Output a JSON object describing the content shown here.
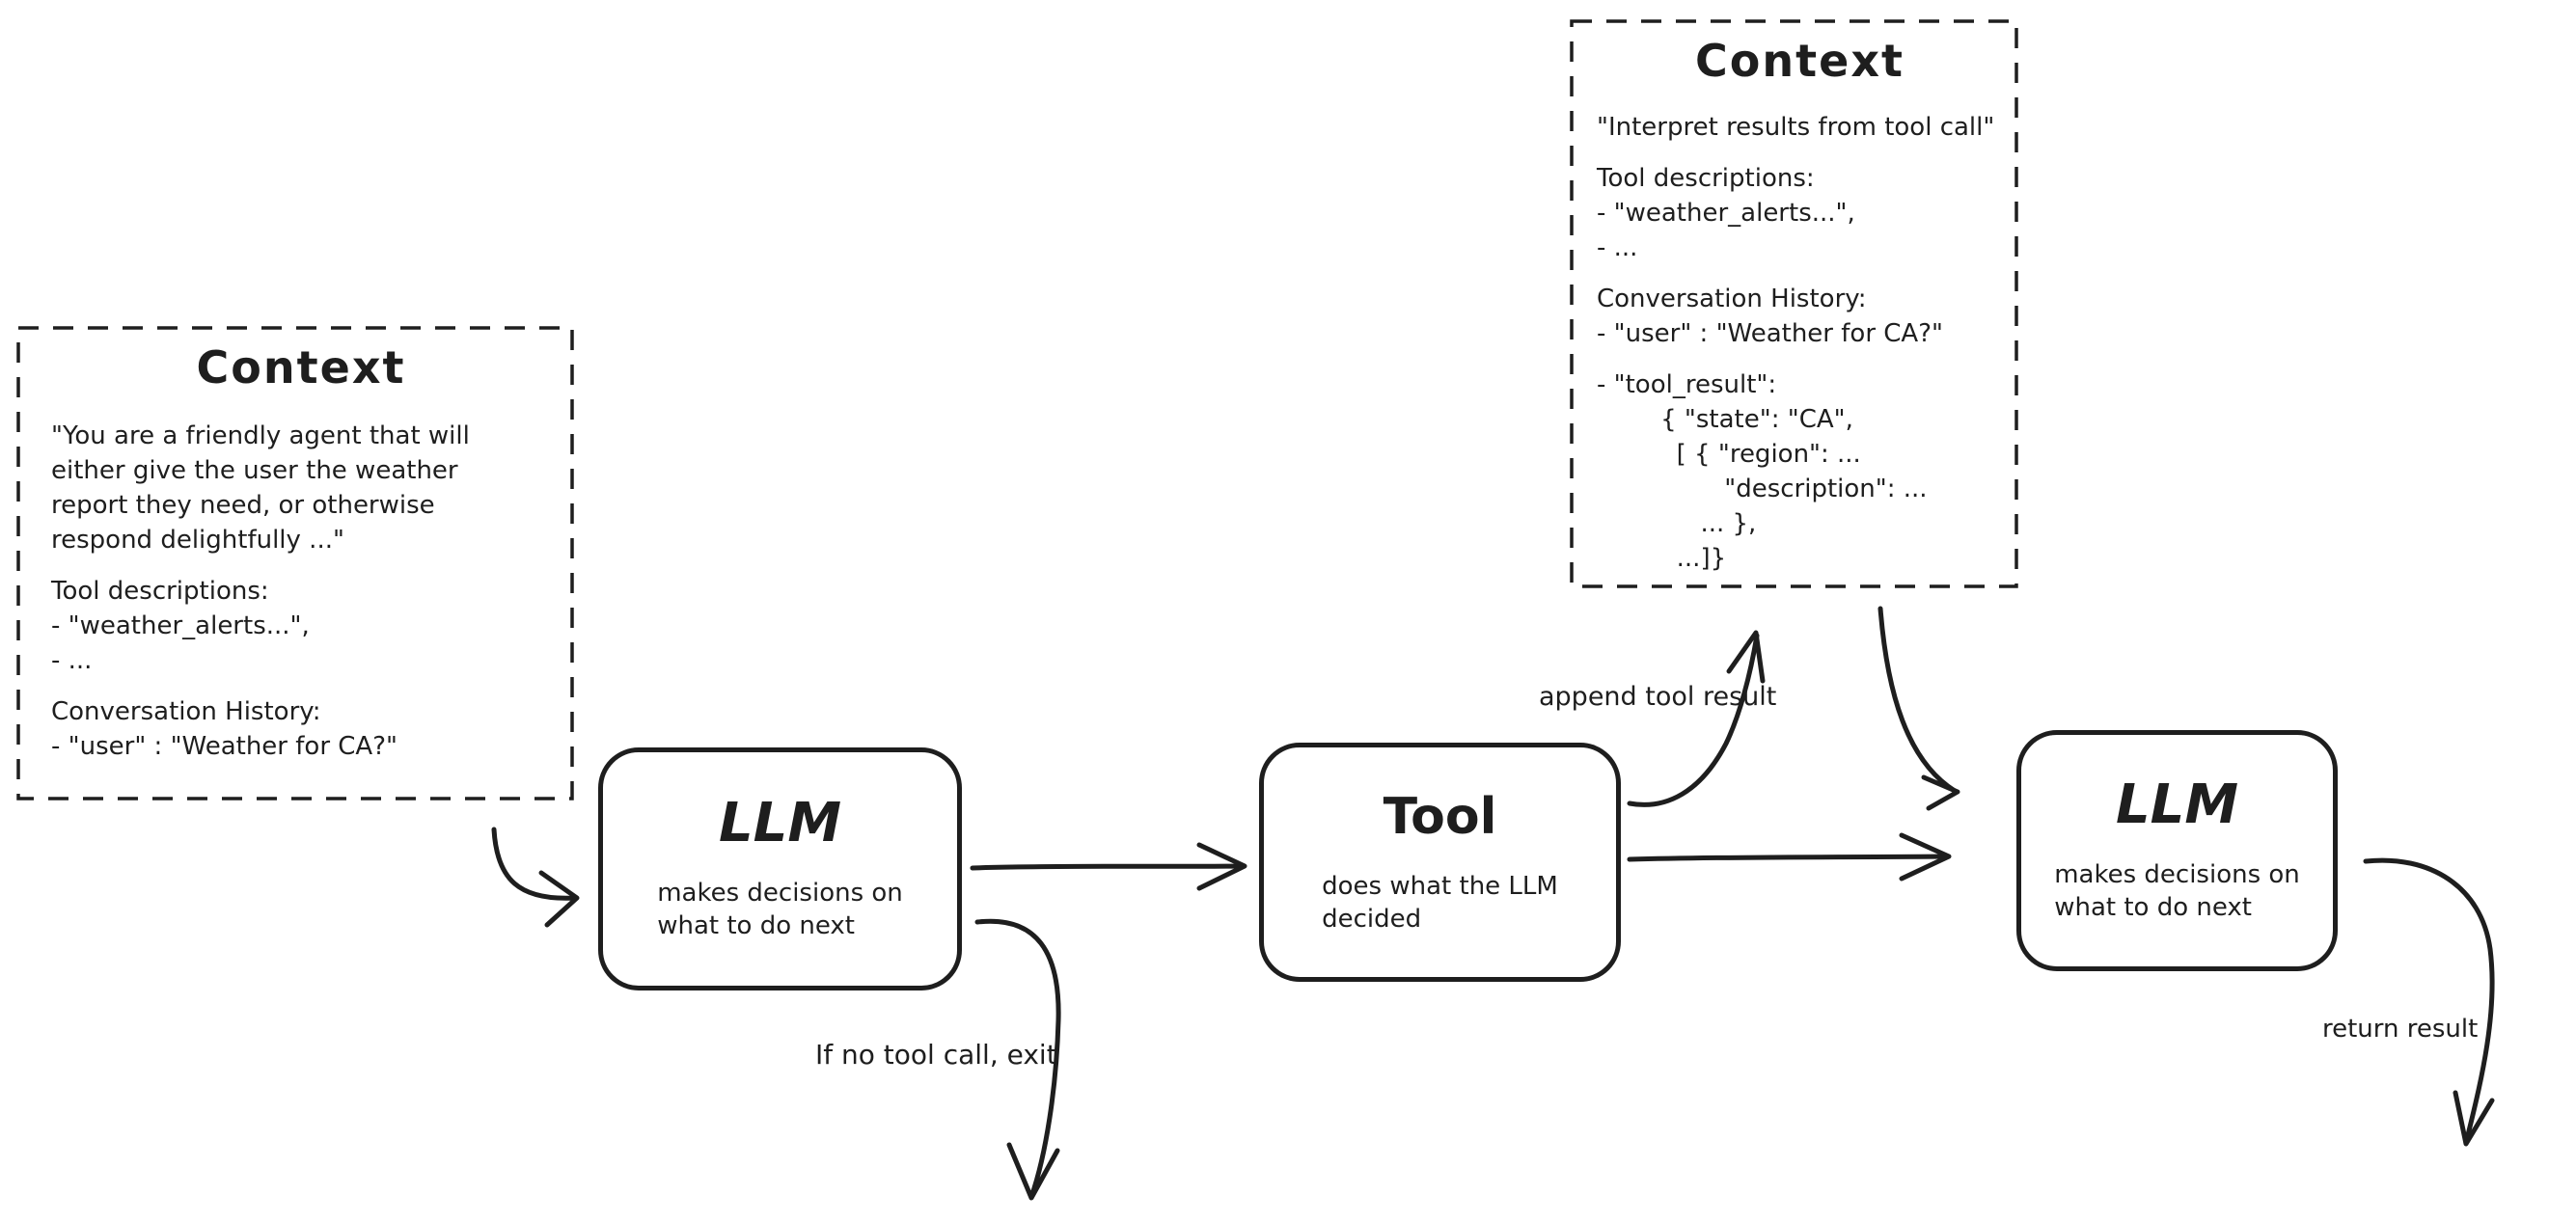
{
  "diagram": {
    "ink_color": "#1e1e1e",
    "background_color": "#ffffff",
    "context_box_1": {
      "title": "Context",
      "paragraphs": [
        "\"You are a friendly agent that will\neither give the user the weather\nreport they need, or otherwise\nrespond delightfully ...\"",
        "Tool descriptions:\n- \"weather_alerts...\",\n- ...",
        "Conversation History:\n- \"user\" : \"Weather for CA?\""
      ]
    },
    "context_box_2": {
      "title": "Context",
      "paragraphs": [
        "\"Interpret results from tool call\"",
        "Tool descriptions:\n- \"weather_alerts...\",\n- ...",
        "Conversation History:\n- \"user\" : \"Weather for CA?\"",
        "- \"tool_result\":\n        { \"state\": \"CA\",\n          [ { \"region\": ...\n                \"description\": ...\n             ... },\n          ...]}"
      ]
    },
    "llm_node_1": {
      "title": "LLM",
      "subtitle": "makes decisions on\nwhat to do next"
    },
    "tool_node": {
      "title": "Tool",
      "subtitle": "does what the LLM\ndecided"
    },
    "llm_node_2": {
      "title": "LLM",
      "subtitle": "makes decisions on\nwhat to do next"
    },
    "arrow_labels": {
      "append_tool_result": "append tool result",
      "if_no_tool_call_exit": "If no tool call, exit",
      "return_result": "return result"
    }
  }
}
